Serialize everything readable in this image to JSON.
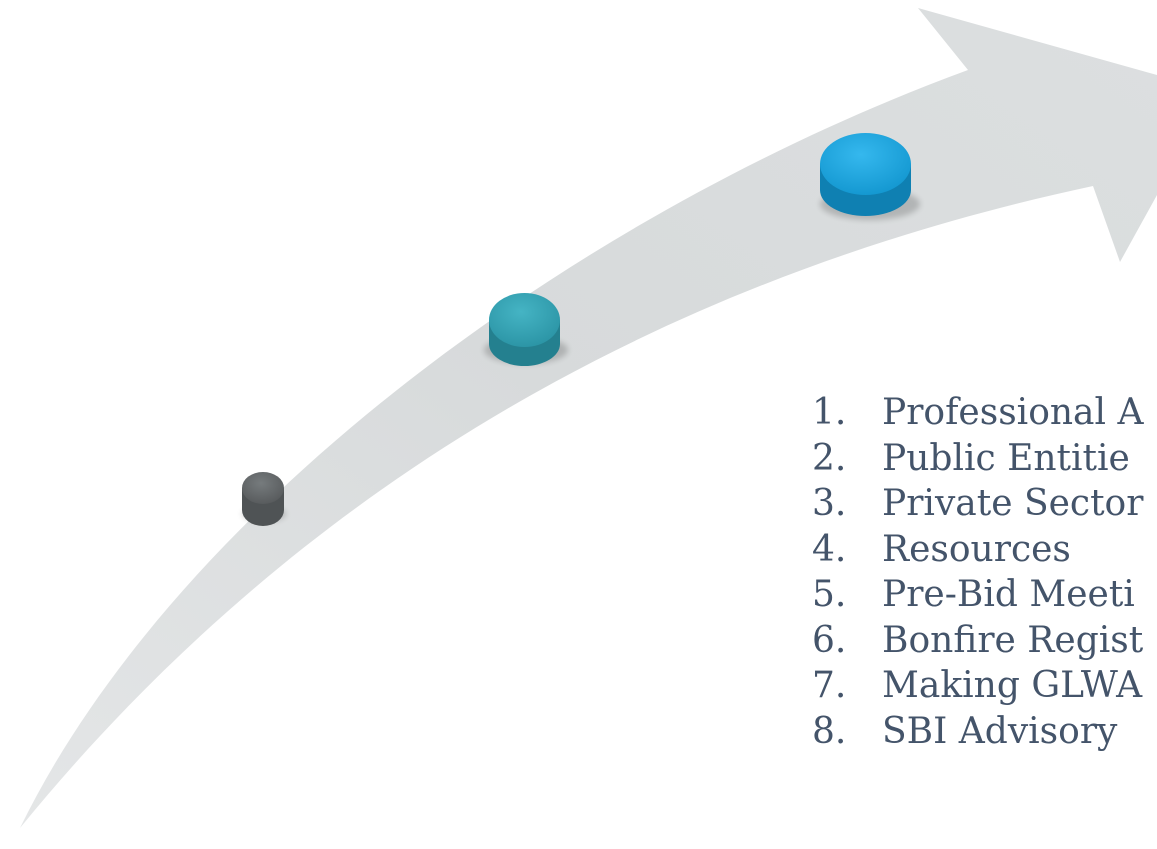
{
  "colors": {
    "arrow": "#d9dcdd",
    "text": "#44546a",
    "marker_small": "#666b6d",
    "marker_medium": "#34a3b5",
    "marker_large": "#17a3dc"
  },
  "markers": [
    {
      "name": "marker-small",
      "color": "#666b6d"
    },
    {
      "name": "marker-medium",
      "color": "#34a3b5"
    },
    {
      "name": "marker-large",
      "color": "#17a3dc"
    }
  ],
  "agenda": {
    "items": [
      {
        "number": "1.",
        "label": "Professional A"
      },
      {
        "number": "2.",
        "label": "Public Entitie"
      },
      {
        "number": "3.",
        "label": "Private Sector"
      },
      {
        "number": "4.",
        "label": "Resources"
      },
      {
        "number": "5.",
        "label": "Pre-Bid Meeti"
      },
      {
        "number": "6.",
        "label": "Bonfire Regist"
      },
      {
        "number": "7.",
        "label": "Making GLWA"
      },
      {
        "number": "8.",
        "label": "SBI Advisory"
      }
    ]
  }
}
